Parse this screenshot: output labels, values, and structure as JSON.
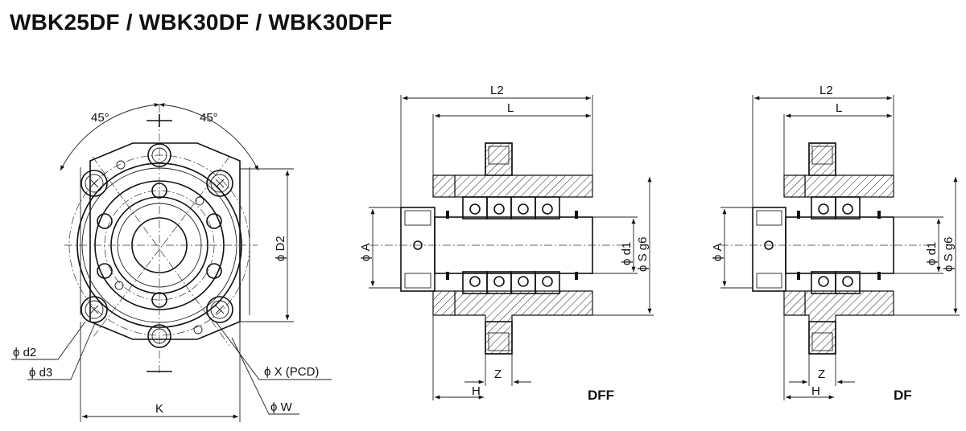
{
  "title": "WBK25DF / WBK30DF / WBK30DFF",
  "front_view": {
    "angle_left": "45°",
    "angle_right": "45°",
    "d2": "ϕ D2",
    "small_d2": "ϕ d2",
    "small_d3": "ϕ d3",
    "pcd": "ϕ X (PCD)",
    "w": "ϕ W",
    "k": "K"
  },
  "dff_view": {
    "l2": "L2",
    "l": "L",
    "a": "ϕ A",
    "d1": "ϕ d1",
    "s": "ϕ S g6",
    "z": "Z",
    "h": "H",
    "label": "DFF"
  },
  "df_view": {
    "l2": "L2",
    "l": "L",
    "a": "ϕ A",
    "d1": "ϕ d1",
    "s": "ϕ S g6",
    "z": "Z",
    "h": "H",
    "label": "DF"
  }
}
